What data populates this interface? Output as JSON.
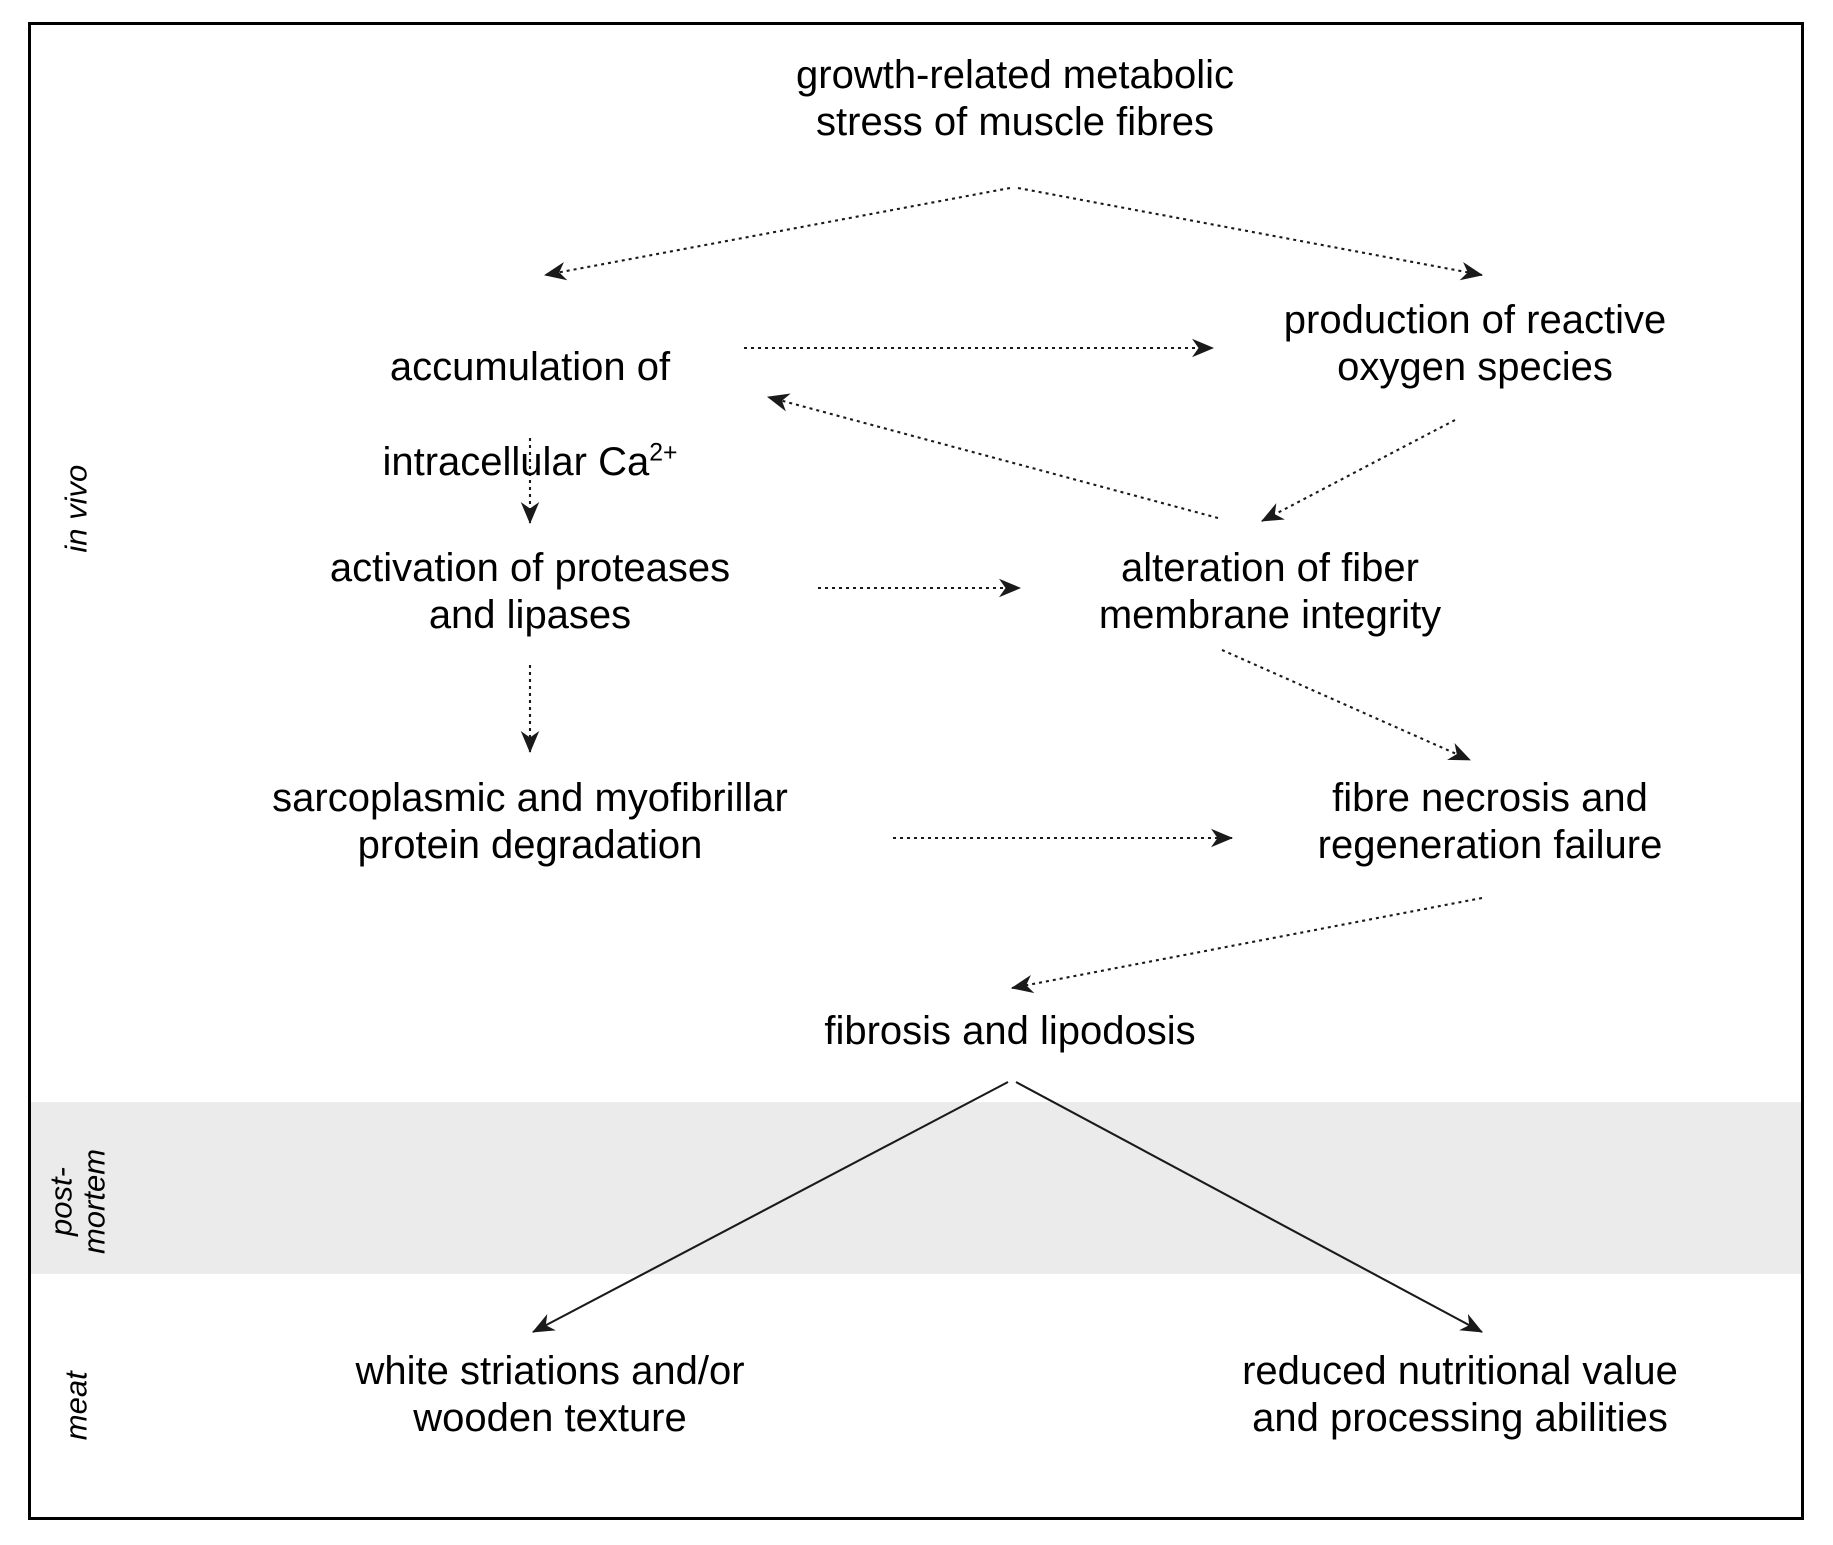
{
  "figure": {
    "title_text": "growth-related metabolic\nstress of muscle fibres",
    "background_color": "#ffffff",
    "border_color": "#000000",
    "band_color": "#ebebeb",
    "edge_color": "#1a1a1a"
  },
  "stage_labels": [
    {
      "id": "in-vivo",
      "text": "in vivo"
    },
    {
      "id": "post-mortem",
      "text": "post-\nmortem"
    },
    {
      "id": "meat",
      "text": "meat"
    }
  ],
  "nodes": [
    {
      "id": "growth-related-metabolic-stress",
      "text": "growth-related metabolic\nstress of muscle fibres"
    },
    {
      "id": "accumulation-intracellular-ca",
      "text_line1": "accumulation of",
      "text_line2_pre": "intracellular Ca",
      "text_line2_sup": "2+"
    },
    {
      "id": "production-reactive-oxygen-species",
      "text": "production of reactive\noxygen species"
    },
    {
      "id": "activation-proteases-lipases",
      "text": "activation of proteases\nand lipases"
    },
    {
      "id": "alteration-fiber-membrane-integrity",
      "text": "alteration of fiber\nmembrane integrity"
    },
    {
      "id": "protein-degradation",
      "text": "sarcoplasmic and myofibrillar\nprotein degradation"
    },
    {
      "id": "fibre-necrosis-regeneration-failure",
      "text": "fibre necrosis and\nregeneration failure"
    },
    {
      "id": "fibrosis-and-lipodosis",
      "text": "fibrosis and lipodosis"
    },
    {
      "id": "white-striations-wooden-texture",
      "text": "white striations and/or\nwooden texture"
    },
    {
      "id": "reduced-nutritional-value",
      "text": "reduced nutritional value\nand processing abilities"
    }
  ],
  "edges": [
    {
      "id": "stress-to-calcium",
      "from": "growth-related-metabolic-stress",
      "to": "accumulation-intracellular-ca",
      "style": "dotted"
    },
    {
      "id": "stress-to-ros",
      "from": "growth-related-metabolic-stress",
      "to": "production-reactive-oxygen-species",
      "style": "dotted"
    },
    {
      "id": "calcium-to-ros",
      "from": "accumulation-intracellular-ca",
      "to": "production-reactive-oxygen-species",
      "style": "dotted"
    },
    {
      "id": "membrane-to-calcium",
      "from": "alteration-fiber-membrane-integrity",
      "to": "accumulation-intracellular-ca",
      "style": "dotted"
    },
    {
      "id": "ros-to-membrane",
      "from": "production-reactive-oxygen-species",
      "to": "alteration-fiber-membrane-integrity",
      "style": "dotted"
    },
    {
      "id": "calcium-to-proteases",
      "from": "accumulation-intracellular-ca",
      "to": "activation-proteases-lipases",
      "style": "dotted"
    },
    {
      "id": "proteases-to-membrane",
      "from": "activation-proteases-lipases",
      "to": "alteration-fiber-membrane-integrity",
      "style": "dotted"
    },
    {
      "id": "proteases-to-degradation",
      "from": "activation-proteases-lipases",
      "to": "protein-degradation",
      "style": "dotted"
    },
    {
      "id": "membrane-to-necrosis",
      "from": "alteration-fiber-membrane-integrity",
      "to": "fibre-necrosis-regeneration-failure",
      "style": "dotted"
    },
    {
      "id": "degradation-to-necrosis",
      "from": "protein-degradation",
      "to": "fibre-necrosis-regeneration-failure",
      "style": "dotted"
    },
    {
      "id": "necrosis-to-fibrosis",
      "from": "fibre-necrosis-regeneration-failure",
      "to": "fibrosis-and-lipodosis",
      "style": "dotted"
    },
    {
      "id": "fibrosis-to-striations",
      "from": "fibrosis-and-lipodosis",
      "to": "white-striations-wooden-texture",
      "style": "solid"
    },
    {
      "id": "fibrosis-to-nutritional",
      "from": "fibrosis-and-lipodosis",
      "to": "reduced-nutritional-value",
      "style": "solid"
    }
  ]
}
